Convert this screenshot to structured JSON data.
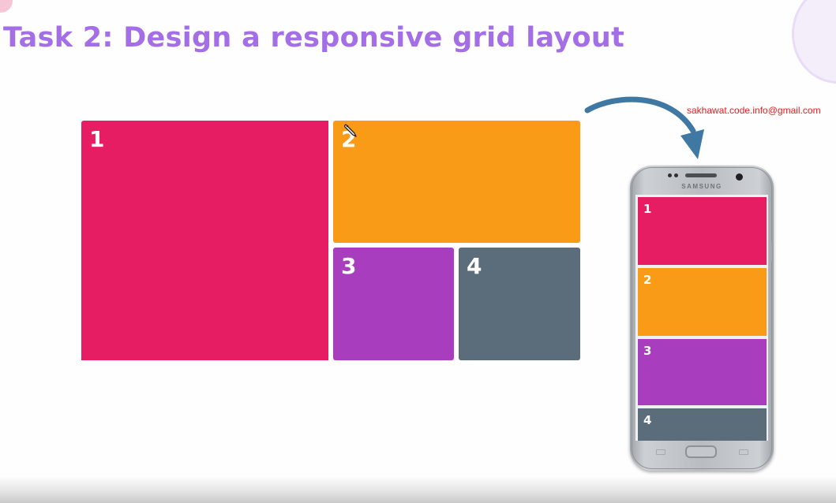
{
  "title": "Task 2: Design a responsive grid layout",
  "email": "sakhawat.code.info@gmail.com",
  "desktop_grid": {
    "cells": [
      {
        "label": "1",
        "color": "#e61d63"
      },
      {
        "label": "2",
        "color": "#f99b16"
      },
      {
        "label": "3",
        "color": "#a83ebd"
      },
      {
        "label": "4",
        "color": "#5b6d7b"
      }
    ]
  },
  "phone": {
    "brand": "SAMSUNG",
    "cells": [
      {
        "label": "1",
        "color": "#e61d63"
      },
      {
        "label": "2",
        "color": "#f99b16"
      },
      {
        "label": "3",
        "color": "#a83ebd"
      },
      {
        "label": "4",
        "color": "#5b6d7b"
      }
    ]
  },
  "colors": {
    "title": "#a36ee6",
    "email": "#e0201c",
    "arrow": "#3e78a3"
  },
  "icons": {
    "arrow": "curved-arrow-down-right",
    "cursor": "pencil-cursor"
  }
}
